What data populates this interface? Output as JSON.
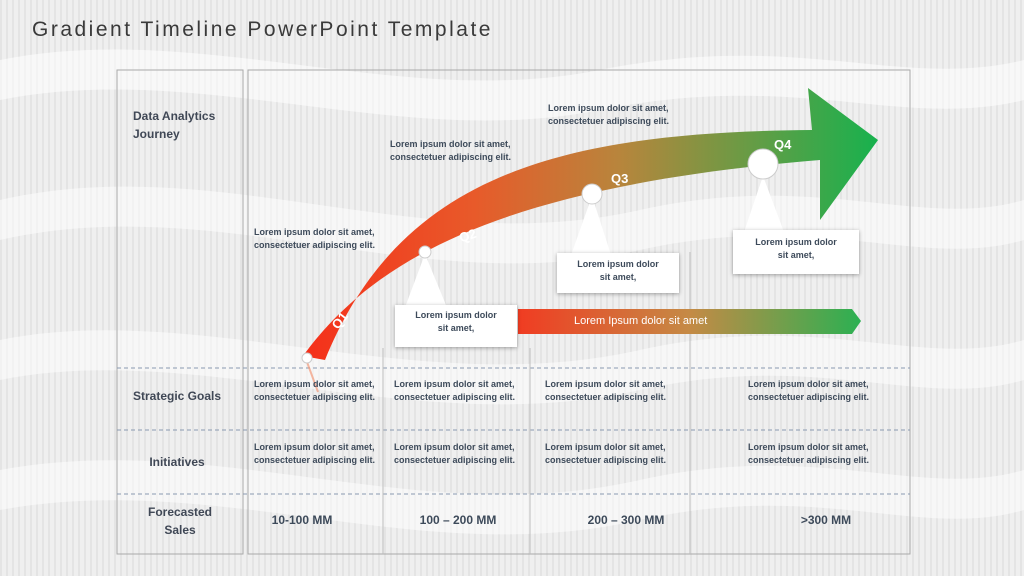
{
  "title": "Gradient Timeline PowerPoint Template",
  "row_labels": {
    "journey_line1": "Data Analytics",
    "journey_line2": "Journey",
    "goals": "Strategic Goals",
    "initiatives": "Initiatives",
    "sales_line1": "Forecasted",
    "sales_line2": "Sales"
  },
  "journey_texts": [
    {
      "l1": "Lorem ipsum dolor sit amet,",
      "l2": "consectetuer adipiscing  elit."
    },
    {
      "l1": "Lorem ipsum dolor sit amet,",
      "l2": "consectetuer adipiscing  elit."
    },
    {
      "l1": "Lorem ipsum dolor sit amet,",
      "l2": "consectetuer adipiscing  elit."
    }
  ],
  "quarters": [
    "Q1",
    "Q2",
    "Q3",
    "Q4"
  ],
  "callouts": [
    {
      "l1": "Lorem ipsum dolor",
      "l2": "sit amet,"
    },
    {
      "l1": "Lorem ipsum dolor",
      "l2": "sit amet,"
    },
    {
      "l1": "Lorem ipsum dolor",
      "l2": "sit amet,"
    }
  ],
  "band_text": "Lorem  Ipsum dolor  sit amet",
  "goals": [
    {
      "l1": "Lorem ipsum dolor sit amet,",
      "l2": "consectetuer adipiscing  elit."
    },
    {
      "l1": "Lorem ipsum dolor sit amet,",
      "l2": "consectetuer adipiscing  elit."
    },
    {
      "l1": "Lorem ipsum dolor sit amet,",
      "l2": "consectetuer adipiscing  elit."
    },
    {
      "l1": "Lorem ipsum dolor sit amet,",
      "l2": "consectetuer adipiscing  elit."
    }
  ],
  "initiatives": [
    {
      "l1": "Lorem ipsum dolor sit amet,",
      "l2": "consectetuer adipiscing  elit."
    },
    {
      "l1": "Lorem ipsum dolor sit amet,",
      "l2": "consectetuer adipiscing  elit."
    },
    {
      "l1": "Lorem ipsum dolor sit amet,",
      "l2": "consectetuer adipiscing  elit."
    },
    {
      "l1": "Lorem ipsum dolor sit amet,",
      "l2": "consectetuer adipiscing  elit."
    }
  ],
  "sales": [
    "10-100 MM",
    "100 – 200 MM",
    "200 – 300 MM",
    ">300 MM"
  ],
  "colors": {
    "arrow_start": "#f03a1f",
    "arrow_mid": "#c97a3a",
    "arrow_end": "#1fb14c",
    "text": "#3d4a5a"
  }
}
